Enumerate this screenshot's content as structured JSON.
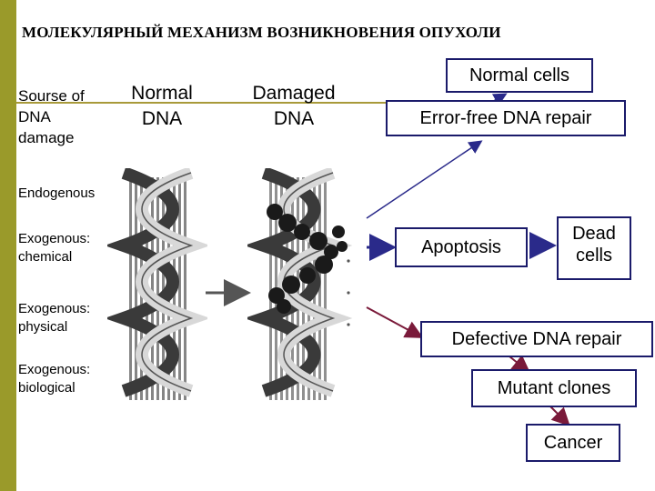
{
  "title": "МОЛЕКУЛЯРНЫЙ МЕХАНИЗМ ВОЗНИКНОВЕНИЯ ОПУХОЛИ",
  "source_header": [
    "Sourse of",
    "DNA",
    "damage"
  ],
  "column_headers": {
    "normal": [
      "Normal",
      "DNA"
    ],
    "damaged": [
      "Damaged",
      "DNA"
    ]
  },
  "sources": {
    "endogenous": "Endogenous",
    "chemical": [
      "Exogenous:",
      "chemical"
    ],
    "physical": [
      "Exogenous:",
      "physical"
    ],
    "biological": [
      "Exogenous:",
      "biological"
    ]
  },
  "outcomes": {
    "normal_cells": "Normal cells",
    "error_free_repair": "Error-free DNA repair",
    "apoptosis": "Apoptosis",
    "dead_cells": [
      "Dead",
      "cells"
    ],
    "defective_repair": "Defective DNA repair",
    "mutant_clones": "Mutant clones",
    "cancer": "Cancer"
  },
  "colors": {
    "sidebar": "#9a9a2a",
    "rule": "#a89a3a",
    "box_border": "#1a1a6a",
    "arrow_blue": "#2a2a8a",
    "arrow_maroon": "#7a1a3a"
  }
}
